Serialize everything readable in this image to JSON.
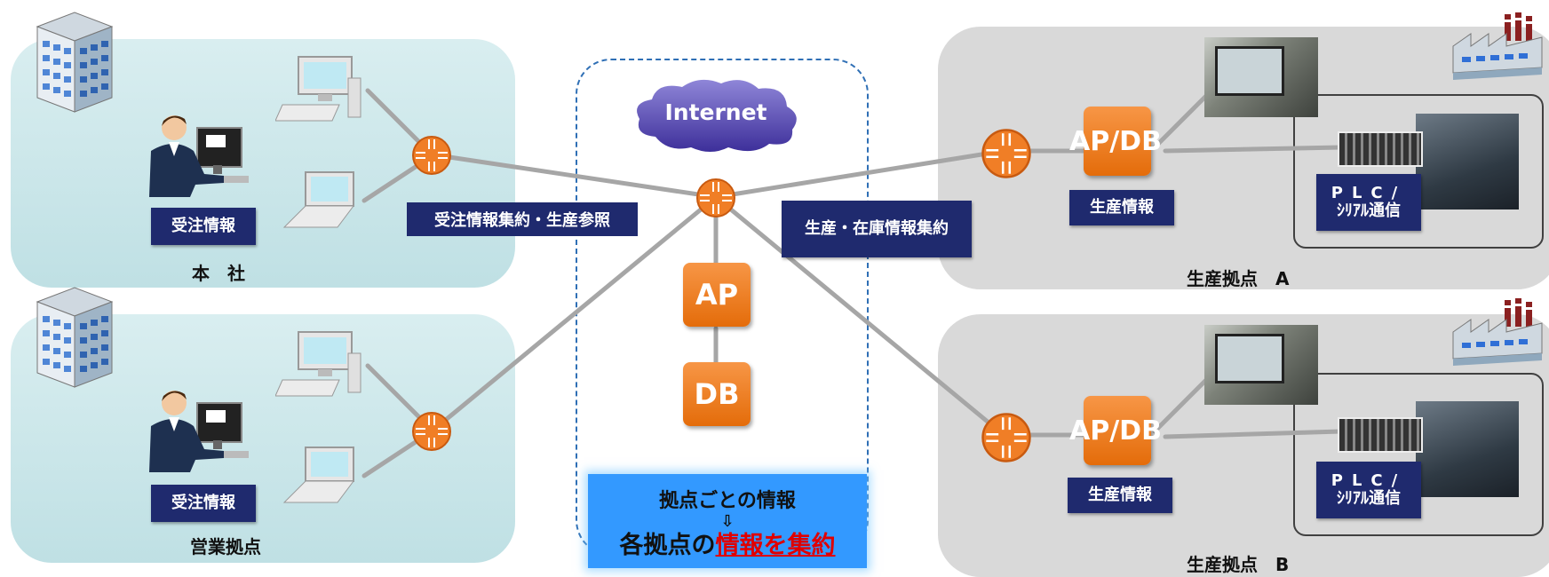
{
  "colors": {
    "office_panel": "#c4e3e7",
    "plant_panel": "#d9d9d9",
    "navy_label": "#1f2a6e",
    "orange": "#f28a30",
    "link_gray": "#a6a6a6",
    "info_box": "#3399ff",
    "highlight_red": "#e00000"
  },
  "headquarters": {
    "label": "本　社",
    "order_info": "受注情報",
    "icons": [
      "building-icon",
      "operator-icon",
      "desktop-pc-icon",
      "laptop-icon",
      "router-icon"
    ]
  },
  "sales_site": {
    "label": "営業拠点",
    "order_info": "受注情報",
    "icons": [
      "building-icon",
      "operator-icon",
      "desktop-pc-icon",
      "laptop-icon",
      "router-icon"
    ]
  },
  "links": {
    "left_label": "受注情報集約・生産参照",
    "right_label": "生産・在庫情報集約"
  },
  "cloud": {
    "internet": "Internet",
    "ap": "AP",
    "db": "DB"
  },
  "info_box": {
    "line1": "拠点ごとの情報",
    "arrow": "⇩",
    "line3_prefix": "各拠点の",
    "line3_highlight": "情報を集約"
  },
  "plant_a": {
    "label": "生産拠点　A",
    "apdb": "AP/DB",
    "production_info": "生産情報",
    "plc_line1": "PLC/",
    "plc_line2": "ｼﾘｱﾙ通信",
    "icons": [
      "factory-icon",
      "router-icon",
      "monitor-photo",
      "plc-photo",
      "machine-photo"
    ]
  },
  "plant_b": {
    "label": "生産拠点　B",
    "apdb": "AP/DB",
    "production_info": "生産情報",
    "plc_line1": "PLC/",
    "plc_line2": "ｼﾘｱﾙ通信",
    "icons": [
      "factory-icon",
      "router-icon",
      "monitor-photo",
      "plc-photo",
      "machine-photo"
    ]
  }
}
